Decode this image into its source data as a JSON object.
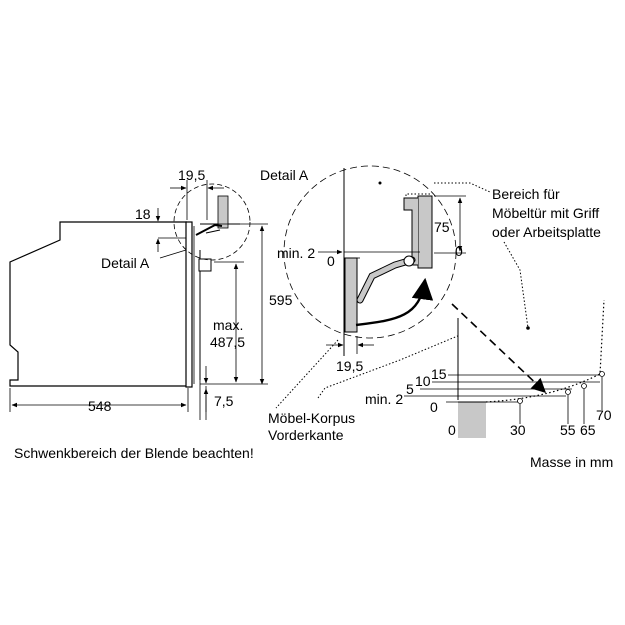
{
  "labels": {
    "detail_a_left": "Detail A",
    "detail_a_top": "Detail A",
    "dim_19_5_top": "19,5",
    "dim_18": "18",
    "dim_595": "595",
    "dim_max": "max.",
    "dim_487_5": "487,5",
    "dim_7_5": "7,5",
    "dim_548": "548",
    "dim_min2_detail": "min. 2",
    "dim_0_detail_left": "0",
    "dim_75": "75",
    "dim_0_detail_right": "0",
    "dim_19_5_bottom": "19,5",
    "area_line1": "Bereich für",
    "area_line2": "Möbeltür mit Griff",
    "area_line3": "oder Arbeitsplatte",
    "swing_15": "15",
    "swing_10": "10",
    "swing_5": "5",
    "swing_min2": "min. 2",
    "swing_0": "0",
    "bottom_0": "0",
    "bottom_30": "30",
    "bottom_55": "55",
    "bottom_65": "65",
    "bottom_70": "70",
    "corpus_line1": "Möbel-Korpus",
    "corpus_line2": "Vorderkante",
    "note": "Schwenkbereich der Blende beachten!",
    "units": "Masse in mm"
  }
}
